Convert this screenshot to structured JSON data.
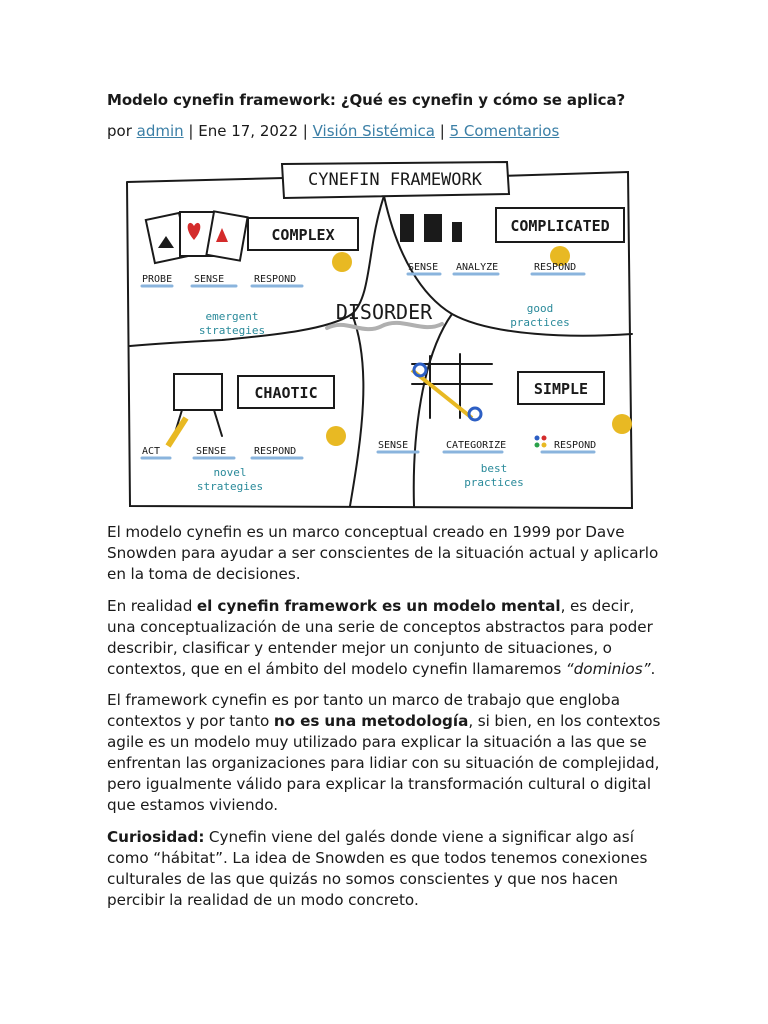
{
  "post": {
    "title": "Modelo cynefin framework: ¿Qué es cynefin y cómo se aplica?",
    "meta": {
      "prefix": "por ",
      "author": "admin",
      "sep1": " | ",
      "date": "Ene 17, 2022",
      "sep2": " | ",
      "category": "Visión Sistémica",
      "sep3": " | ",
      "comments": "5 Comentarios"
    }
  },
  "figure": {
    "banner": "CYNEFIN FRAMEWORK",
    "center": "DISORDER",
    "complex": {
      "label": "COMPLEX",
      "steps": [
        "PROBE",
        "SENSE",
        "RESPOND"
      ],
      "note": [
        "emergent",
        "strategies"
      ]
    },
    "complicated": {
      "label": "COMPLICATED",
      "steps": [
        "SENSE",
        "ANALYZE",
        "RESPOND"
      ],
      "note": [
        "good",
        "practices"
      ]
    },
    "chaotic": {
      "label": "CHAOTIC",
      "steps": [
        "ACT",
        "SENSE",
        "RESPOND"
      ],
      "note": [
        "novel",
        "strategies"
      ]
    },
    "simple": {
      "label": "SIMPLE",
      "steps": [
        "SENSE",
        "CATEGORIZE",
        "RESPOND"
      ],
      "note": [
        "best",
        "practices"
      ]
    }
  },
  "body": {
    "p1": "El modelo cynefin es un marco conceptual creado en 1999 por Dave Snowden para ayudar a ser conscientes de la situación actual y aplicarlo en la toma de decisiones.",
    "p2a": "En realidad ",
    "p2b": "el cynefin framework es un modelo mental",
    "p2c": ", es decir, una conceptualización de una serie de conceptos abstractos para poder describir, clasificar y entender mejor un conjunto de situaciones, o contextos, que en el ámbito del modelo cynefin llamaremos ",
    "p2d": "“dominios”",
    "p2e": ".",
    "p3a": "El framework cynefin es por tanto un marco de trabajo que engloba contextos y por tanto ",
    "p3b": "no es una metodología",
    "p3c": ", si bien, en los contextos agile es un modelo muy utilizado para explicar la situación a las que se enfrentan las organizaciones para lidiar con su situación de complejidad, pero igualmente válido para explicar la transformación cultural o digital que estamos viviendo.",
    "p4a": "Curiosidad:",
    "p4b": " Cynefin viene del galés donde viene a significar algo así como “hábitat”. La idea de Snowden es que todos tenemos conexiones culturales de las que quizás no somos conscientes y que nos hacen percibir la realidad de un modo concreto."
  }
}
